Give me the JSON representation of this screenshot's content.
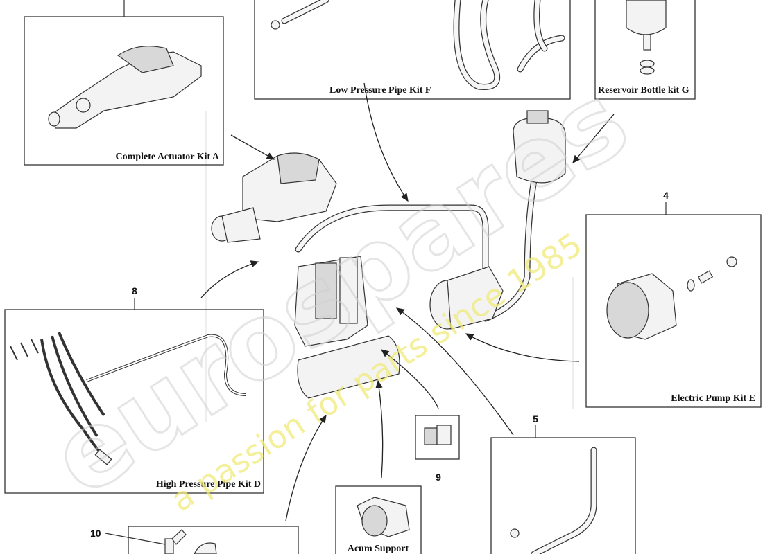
{
  "diagram": {
    "kits": {
      "actuator": "Complete Actuator Kit A",
      "low_pressure": "Low Pressure Pipe Kit F",
      "reservoir": "Reservoir Bottle kit G",
      "pump": "Electric Pump Kit E",
      "high_pressure": "High Pressure Pipe Kit D",
      "acum_support": "Acum Support"
    },
    "callouts": {
      "n4": "4",
      "n5": "5",
      "n8": "8",
      "n9": "9",
      "n10": "10"
    },
    "watermark": {
      "brand": "eurospares",
      "tagline": "a passion for parts since 1985"
    }
  }
}
